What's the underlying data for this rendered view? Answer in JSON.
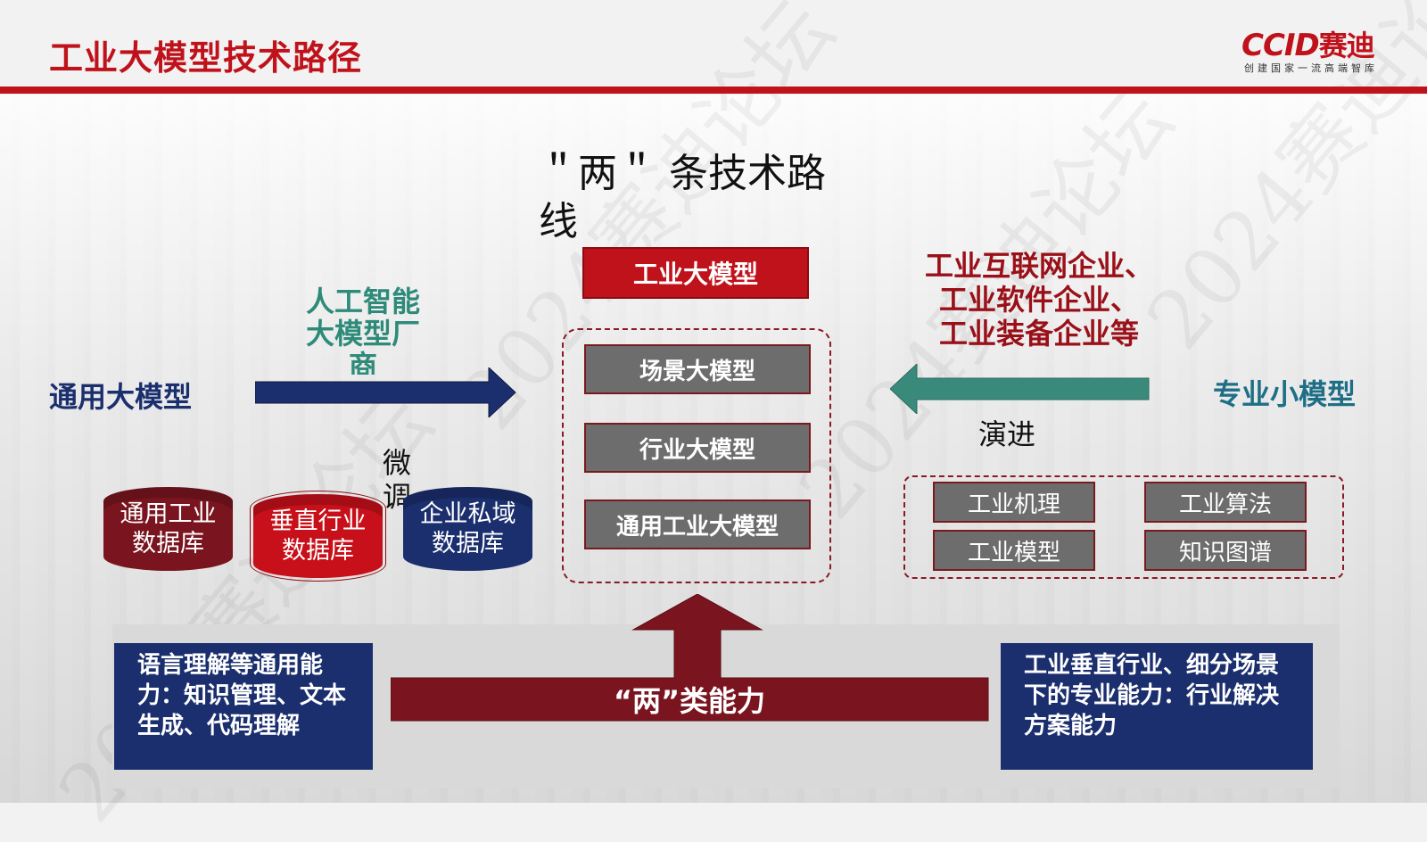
{
  "header": {
    "title": "工业大模型技术路径",
    "logo_text": "CCID",
    "logo_cn": "赛迪",
    "logo_tagline": "创建国家一流高端智库"
  },
  "watermark": {
    "text": "2024赛迪论坛"
  },
  "diagram": {
    "route_title": "＂两＂ 条技术路线",
    "top_box": "工业大模型",
    "center_boxes": [
      "场景大模型",
      "行业大模型",
      "通用工业大模型"
    ],
    "left": {
      "label": "通用大模型",
      "source": "人工智能大模型厂商",
      "finetune": "微调",
      "databases": [
        "通用工业数据库",
        "垂直行业数据库",
        "企业私域数据库"
      ]
    },
    "right": {
      "label": "专业小模型",
      "sources": [
        "工业互联网企业、",
        "工业软件企业、",
        "工业装备企业等"
      ],
      "evolve": "演进",
      "items": [
        "工业机理",
        "工业算法",
        "工业模型",
        "知识图谱"
      ]
    },
    "bottom": {
      "arrow_label": "“两”类能力",
      "left_text": "语言理解等通用能力：知识管理、文本生成、代码理解",
      "right_text": "工业垂直行业、细分场景下的专业能力：行业解决方案能力"
    }
  },
  "colors": {
    "brand_red": "#c0121b",
    "dark_red": "#7a1520",
    "navy": "#1b2f6e",
    "teal": "#3a8a7c",
    "gray_box": "#6d6d6d"
  }
}
